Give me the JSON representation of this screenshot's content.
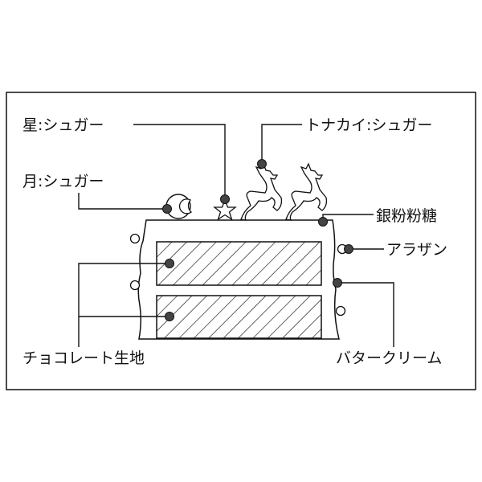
{
  "labels": {
    "star": "星:シュガー",
    "reindeer": "トナカイ:シュガー",
    "moon": "月:シュガー",
    "silver_sugar": "銀粉粉糖",
    "dragee": "アラザン",
    "butter_cream": "バタークリーム",
    "chocolate_sponge": "チョコレート生地"
  },
  "colors": {
    "line": "#111111",
    "dot": "#444444"
  }
}
